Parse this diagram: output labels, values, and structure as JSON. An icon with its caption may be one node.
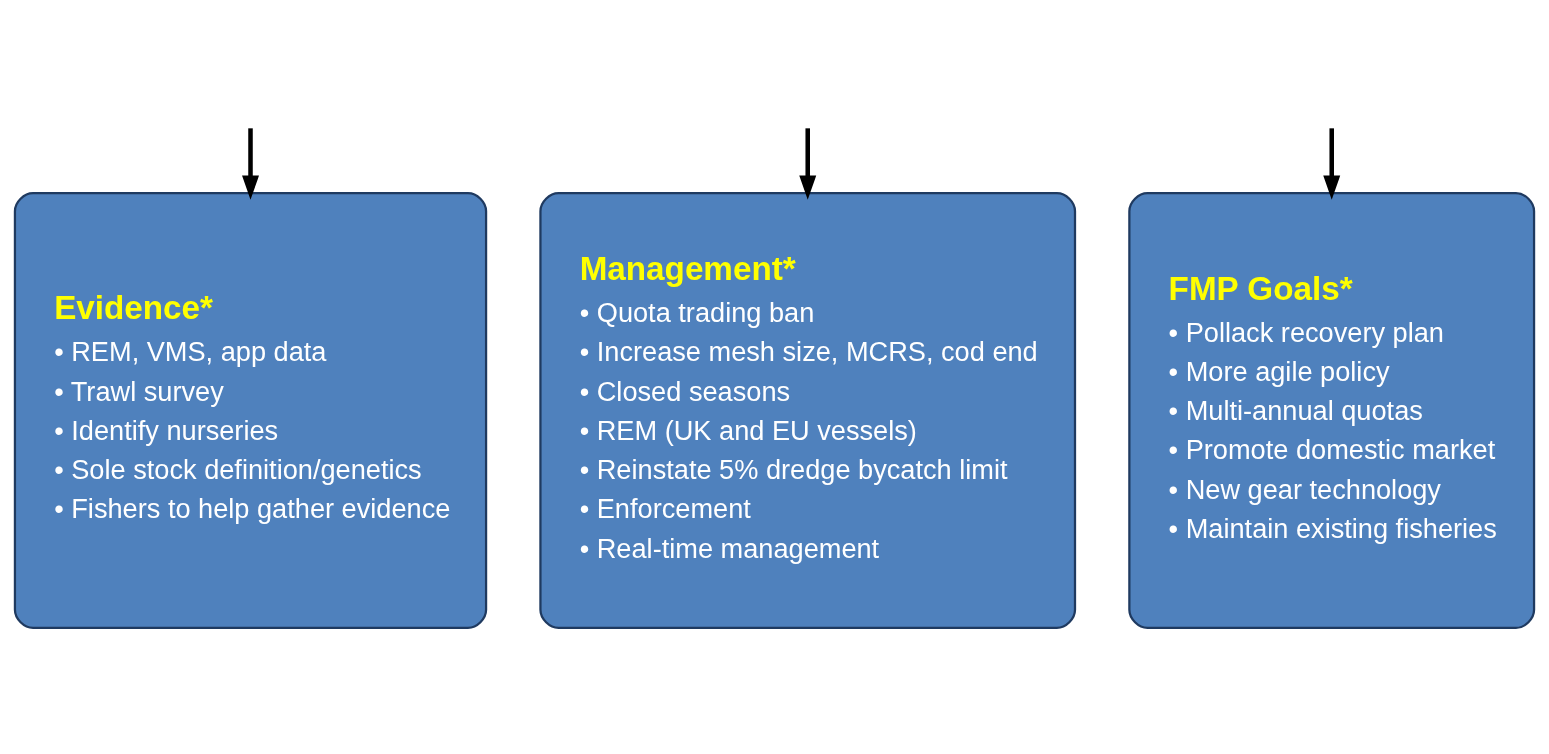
{
  "diagram": {
    "nodes": [
      {
        "text": [
          "Evidence*",
          "• REM, VMS, app data",
          "• Trawl survey",
          "• Identify nurseries",
          "• Sole stock definition/genetics",
          "• Fishers to help gather evidence"
        ]
      },
      {
        "text": [
          "Management*",
          "• Quota trading ban",
          "• Increase mesh size, MCRS, cod end",
          "• Closed seasons",
          "• REM (UK and EU vessels)",
          "• Reinstate 5% dredge bycatch limit",
          "• Enforcement",
          "• Real-time management"
        ]
      },
      {
        "text": [
          "FMP Goals*",
          "• Pollack recovery plan",
          "• More agile policy",
          "• Multi-annual quotas",
          "• Promote domestic market",
          "• New gear technology",
          "• Maintain existing fisheries"
        ]
      }
    ],
    "edges": [
      {
        "from": null,
        "to": 0,
        "arrow": "to"
      },
      {
        "from": null,
        "to": 1,
        "arrow": "to"
      },
      {
        "from": null,
        "to": 2,
        "arrow": "to"
      }
    ]
  }
}
